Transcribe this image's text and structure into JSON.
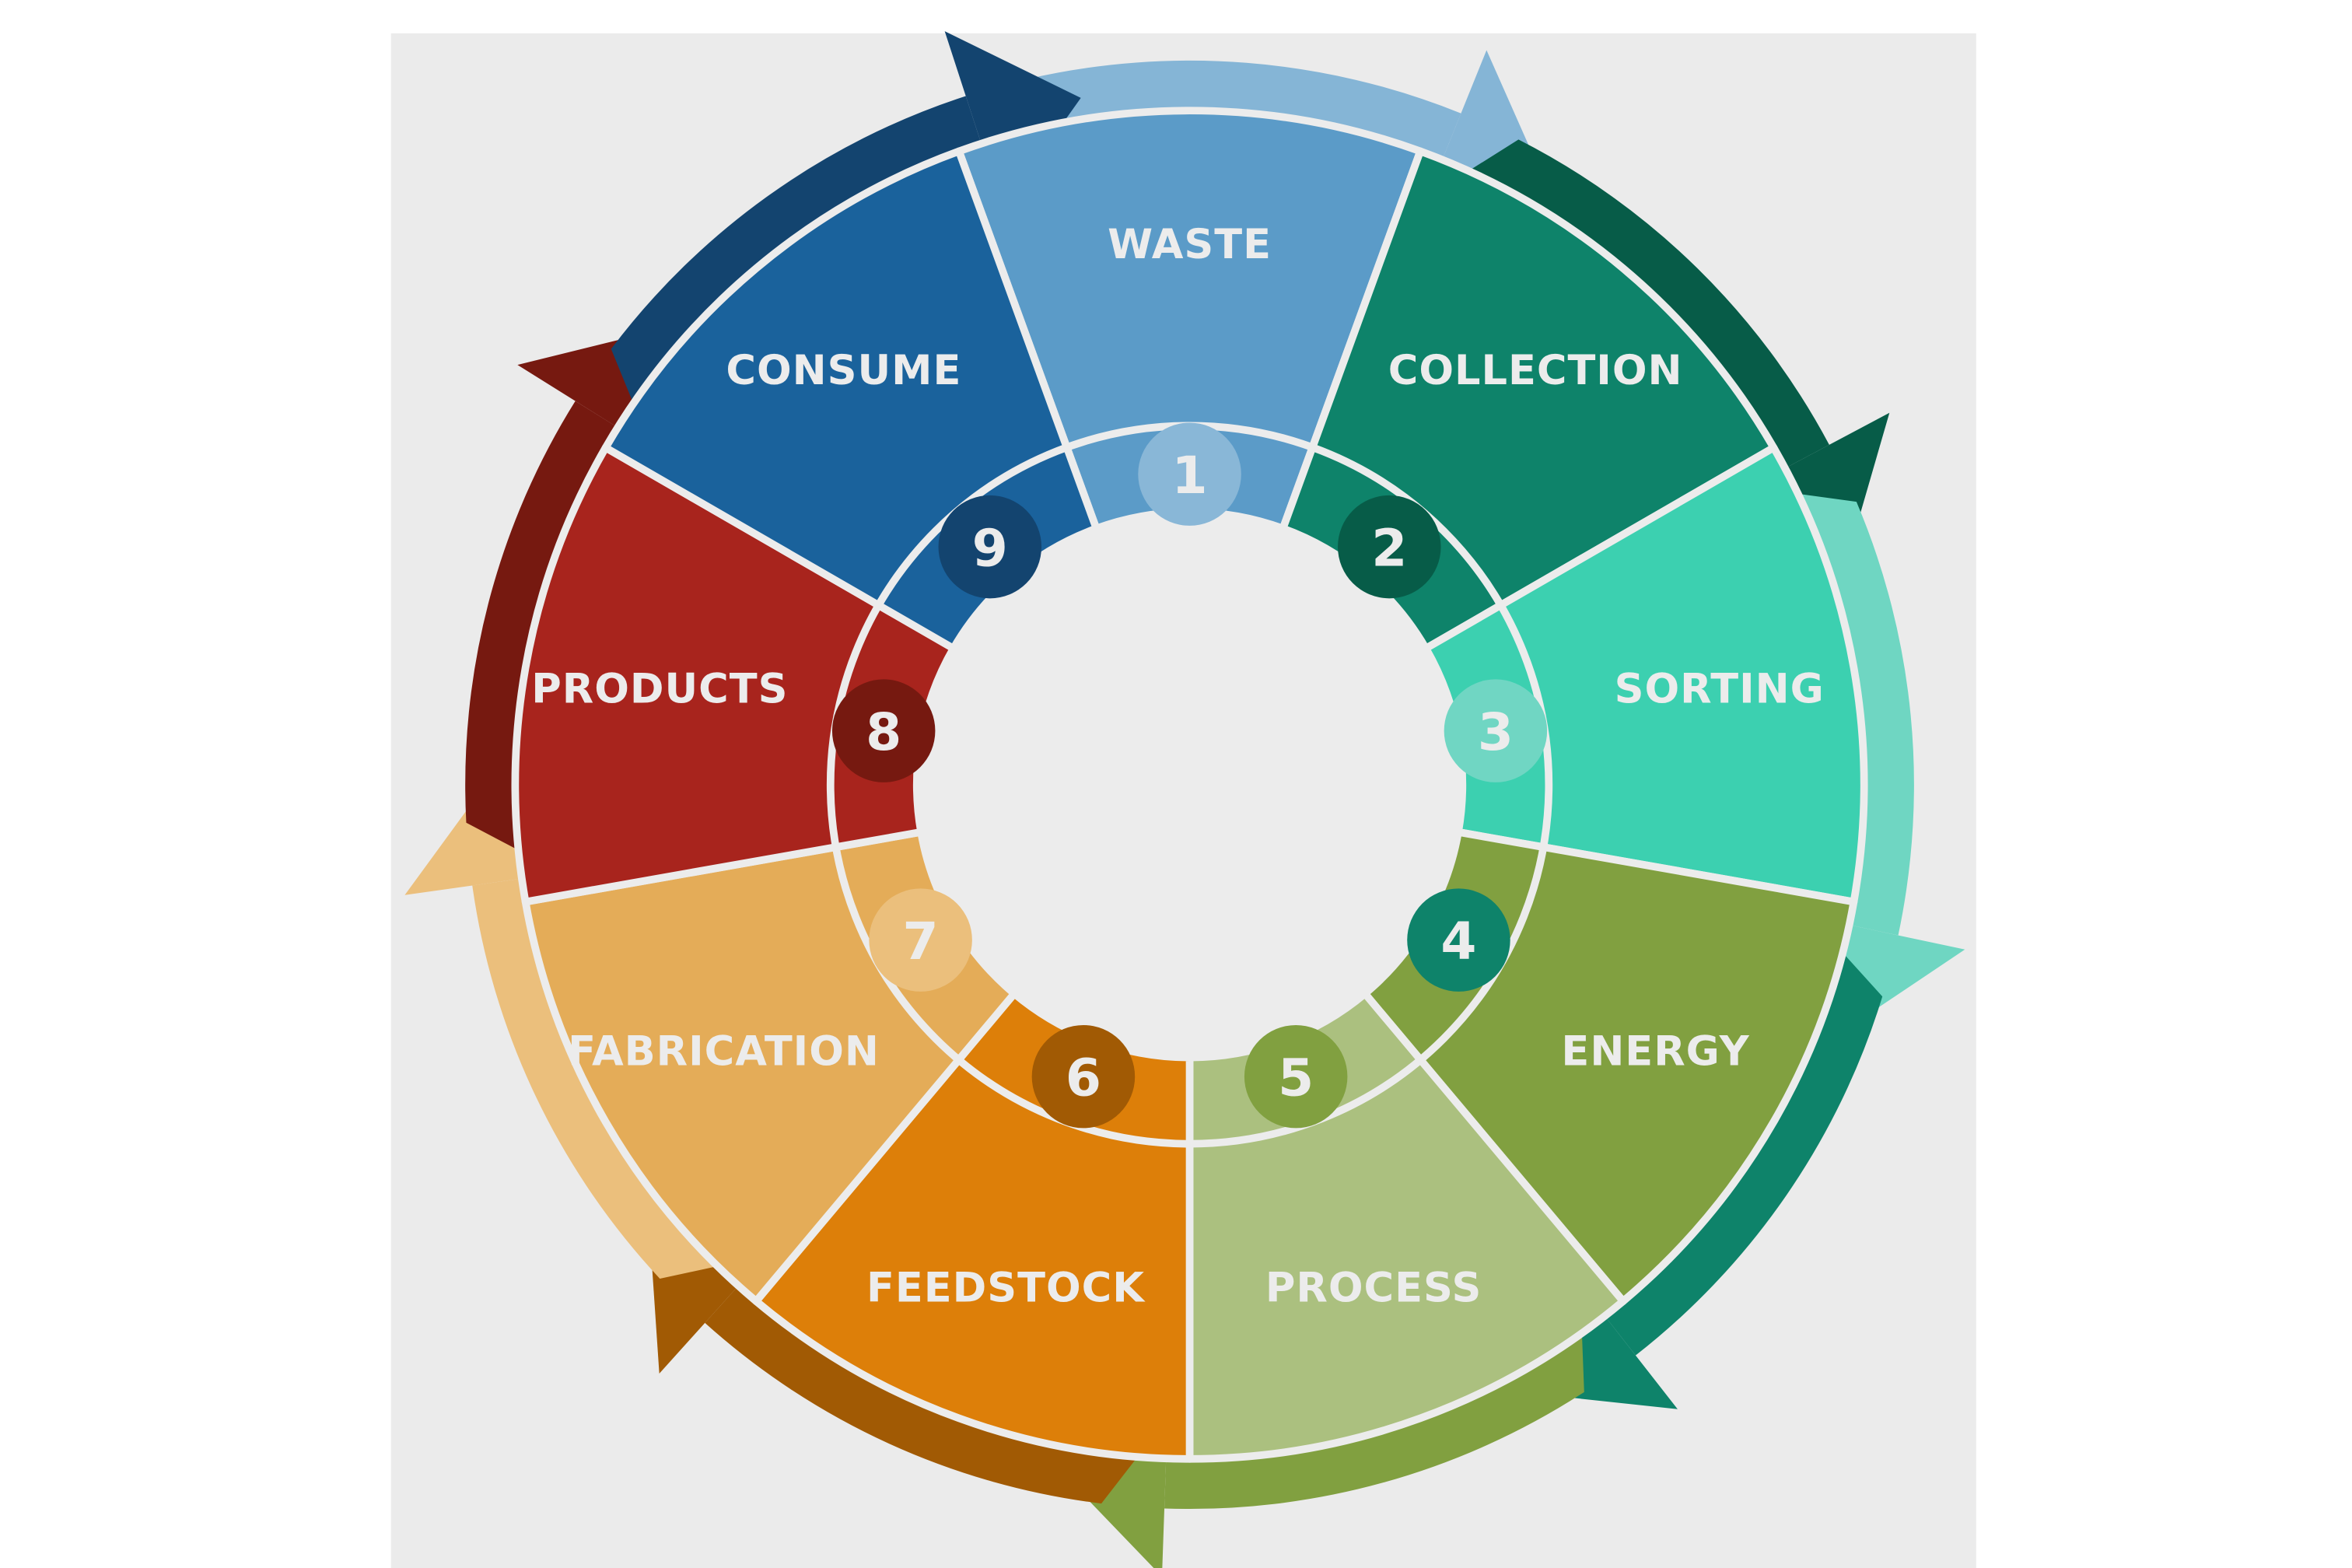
{
  "diagram": {
    "type": "circular-cycle",
    "background": "#ebebeb",
    "center_color": "#ececec",
    "steps": [
      {
        "number": "1",
        "label": "WASTE",
        "color": "#5b9bc8",
        "dark": "#85b5d6",
        "badge": "#89b7d7"
      },
      {
        "number": "2",
        "label": "COLLECTION",
        "color": "#0e836a",
        "dark": "#075c48",
        "badge": "#075c48"
      },
      {
        "number": "3",
        "label": "SORTING",
        "color": "#3cd0b0",
        "dark": "#6fd6c2",
        "badge": "#70d6c3"
      },
      {
        "number": "4",
        "label": "ENERGY",
        "color": "#81a040",
        "dark": "#0e836a",
        "badge": "#0e836a"
      },
      {
        "number": "5",
        "label": "PROCESS",
        "color": "#abc07f",
        "dark": "#81a040",
        "badge": "#81a040"
      },
      {
        "number": "6",
        "label": "FEEDSTOCK",
        "color": "#dd7f09",
        "dark": "#a15a04",
        "badge": "#a15a04"
      },
      {
        "number": "7",
        "label": "FABRICATION",
        "color": "#e4ac58",
        "dark": "#ebbf7c",
        "badge": "#ebbf7c"
      },
      {
        "number": "8",
        "label": "PRODUCTS",
        "color": "#a8241d",
        "dark": "#761910",
        "badge": "#761910"
      },
      {
        "number": "9",
        "label": "CONSUME",
        "color": "#1a629c",
        "dark": "#13446f",
        "badge": "#13446f"
      }
    ]
  }
}
